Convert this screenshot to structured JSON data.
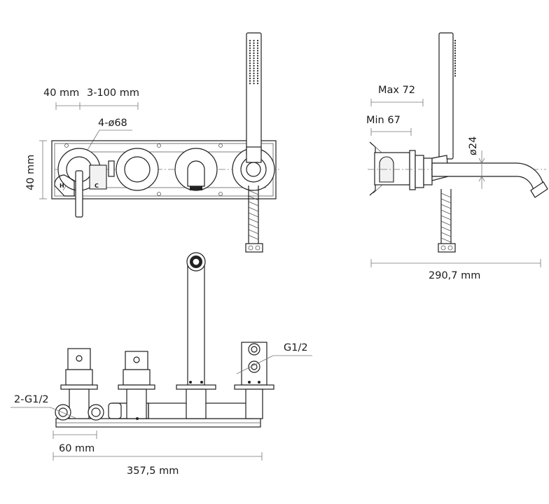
{
  "labels": {
    "dim_40mm": "40 mm",
    "dim_3_100mm": "3-100 mm",
    "dim_4_d68": "4-ø68",
    "dim_40mm_vertical": "40 mm",
    "hot_mark": "H",
    "cold_mark": "C",
    "dim_max72": "Max 72",
    "dim_min67": "Min 67",
    "dim_d24": "ø24",
    "dim_290_7mm": "290,7 mm",
    "dim_g1_2": "G1/2",
    "dim_2_g1_2": "2-G1/2",
    "dim_60mm": "60 mm",
    "dim_357_5mm": "357,5 mm"
  },
  "colors": {
    "line": "#1e1e1e",
    "dimension": "#777777",
    "background": "#ffffff"
  }
}
